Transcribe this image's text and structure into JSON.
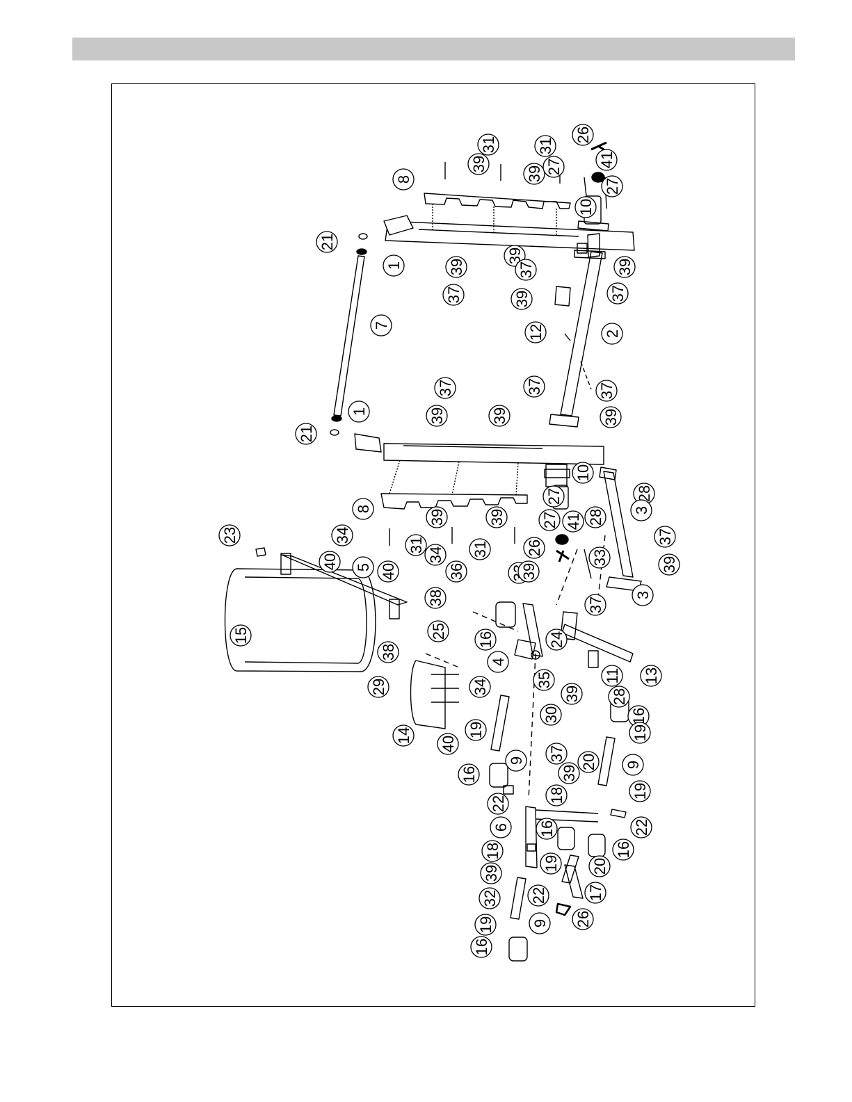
{
  "diagram": {
    "callouts": [
      {
        "id": "c1",
        "label": "31"
      },
      {
        "id": "c2",
        "label": "39"
      },
      {
        "id": "c3",
        "label": "31"
      },
      {
        "id": "c4",
        "label": "39"
      },
      {
        "id": "c5",
        "label": "26"
      },
      {
        "id": "c6",
        "label": "41"
      },
      {
        "id": "c7",
        "label": "27"
      },
      {
        "id": "c8",
        "label": "27"
      },
      {
        "id": "c9",
        "label": "10"
      },
      {
        "id": "c10",
        "label": "8"
      },
      {
        "id": "c11",
        "label": "21"
      },
      {
        "id": "c12",
        "label": "1"
      },
      {
        "id": "c13",
        "label": "39"
      },
      {
        "id": "c14",
        "label": "37"
      },
      {
        "id": "c15",
        "label": "39"
      },
      {
        "id": "c16",
        "label": "37"
      },
      {
        "id": "c17",
        "label": "39"
      },
      {
        "id": "c18",
        "label": "39"
      },
      {
        "id": "c19",
        "label": "37"
      },
      {
        "id": "c20",
        "label": "12"
      },
      {
        "id": "c21",
        "label": "2"
      },
      {
        "id": "c22",
        "label": "7"
      },
      {
        "id": "c23",
        "label": "37"
      },
      {
        "id": "c24",
        "label": "39"
      },
      {
        "id": "c25",
        "label": "37"
      },
      {
        "id": "c26",
        "label": "39"
      },
      {
        "id": "c27",
        "label": "37"
      },
      {
        "id": "c28",
        "label": "39"
      },
      {
        "id": "c29",
        "label": "21"
      },
      {
        "id": "c30",
        "label": "1"
      },
      {
        "id": "c31",
        "label": "10"
      },
      {
        "id": "c32",
        "label": "28"
      },
      {
        "id": "c33",
        "label": "27"
      },
      {
        "id": "c34",
        "label": "27"
      },
      {
        "id": "c35",
        "label": "28"
      },
      {
        "id": "c36",
        "label": "3"
      },
      {
        "id": "c37",
        "label": "8"
      },
      {
        "id": "c38",
        "label": "39"
      },
      {
        "id": "c39",
        "label": "39"
      },
      {
        "id": "c40",
        "label": "31"
      },
      {
        "id": "c41",
        "label": "31"
      },
      {
        "id": "c42",
        "label": "41"
      },
      {
        "id": "c43",
        "label": "26"
      },
      {
        "id": "c44",
        "label": "37"
      },
      {
        "id": "c45",
        "label": "39"
      },
      {
        "id": "c46",
        "label": "3"
      },
      {
        "id": "c47",
        "label": "23"
      },
      {
        "id": "c48",
        "label": "34"
      },
      {
        "id": "c49",
        "label": "40"
      },
      {
        "id": "c50",
        "label": "34"
      },
      {
        "id": "c51",
        "label": "5"
      },
      {
        "id": "c52",
        "label": "40"
      },
      {
        "id": "c53",
        "label": "36"
      },
      {
        "id": "c54",
        "label": "38"
      },
      {
        "id": "c55",
        "label": "33"
      },
      {
        "id": "c56",
        "label": "39"
      },
      {
        "id": "c57",
        "label": "33"
      },
      {
        "id": "c58",
        "label": "37"
      },
      {
        "id": "c59",
        "label": "15"
      },
      {
        "id": "c60",
        "label": "25"
      },
      {
        "id": "c61",
        "label": "16"
      },
      {
        "id": "c62",
        "label": "24"
      },
      {
        "id": "c63",
        "label": "38"
      },
      {
        "id": "c64",
        "label": "4"
      },
      {
        "id": "c65",
        "label": "35"
      },
      {
        "id": "c66",
        "label": "11"
      },
      {
        "id": "c67",
        "label": "13"
      },
      {
        "id": "c68",
        "label": "29"
      },
      {
        "id": "c69",
        "label": "34"
      },
      {
        "id": "c70",
        "label": "28"
      },
      {
        "id": "c71",
        "label": "39"
      },
      {
        "id": "c72",
        "label": "30"
      },
      {
        "id": "c73",
        "label": "16"
      },
      {
        "id": "c74",
        "label": "14"
      },
      {
        "id": "c75",
        "label": "40"
      },
      {
        "id": "c76",
        "label": "19"
      },
      {
        "id": "c77",
        "label": "9"
      },
      {
        "id": "c78",
        "label": "19"
      },
      {
        "id": "c79",
        "label": "16"
      },
      {
        "id": "c80",
        "label": "37"
      },
      {
        "id": "c81",
        "label": "39"
      },
      {
        "id": "c82",
        "label": "20"
      },
      {
        "id": "c83",
        "label": "9"
      },
      {
        "id": "c84",
        "label": "18"
      },
      {
        "id": "c85",
        "label": "19"
      },
      {
        "id": "c86",
        "label": "22"
      },
      {
        "id": "c87",
        "label": "22"
      },
      {
        "id": "c88",
        "label": "6"
      },
      {
        "id": "c89",
        "label": "16"
      },
      {
        "id": "c90",
        "label": "18"
      },
      {
        "id": "c91",
        "label": "19"
      },
      {
        "id": "c92",
        "label": "39"
      },
      {
        "id": "c93",
        "label": "20"
      },
      {
        "id": "c94",
        "label": "16"
      },
      {
        "id": "c95",
        "label": "32"
      },
      {
        "id": "c96",
        "label": "22"
      },
      {
        "id": "c97",
        "label": "17"
      },
      {
        "id": "c98",
        "label": "19"
      },
      {
        "id": "c99",
        "label": "9"
      },
      {
        "id": "c100",
        "label": "26"
      },
      {
        "id": "c101",
        "label": "16"
      }
    ]
  }
}
